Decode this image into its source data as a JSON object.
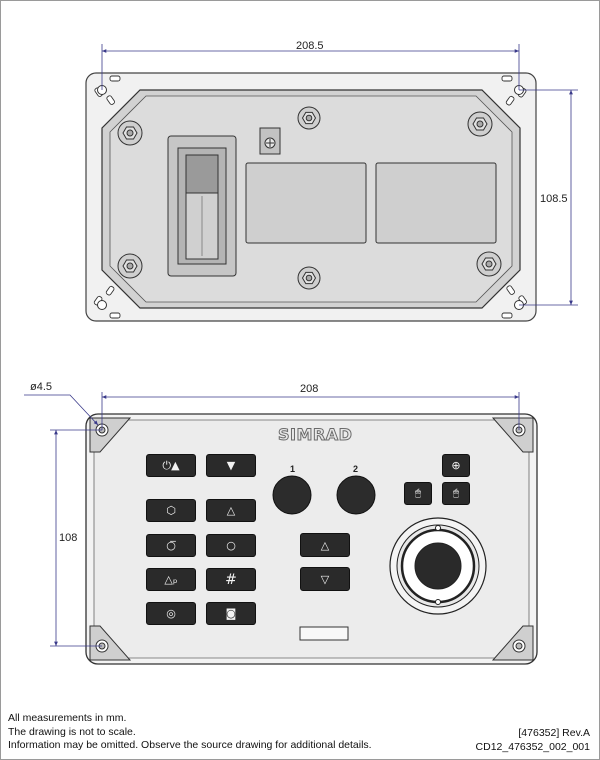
{
  "top_view": {
    "width_dim": "208.5",
    "height_dim": "108.5"
  },
  "front_view": {
    "width_dim": "208",
    "height_dim": "108",
    "hole_dim": "ø4.5",
    "brand": "SIMRAD",
    "knob_labels": [
      "1",
      "2"
    ],
    "buttons": [
      {
        "id": "power-up",
        "glyph": "⏻▲"
      },
      {
        "id": "down",
        "glyph": "▼"
      },
      {
        "id": "gear",
        "glyph": "⬡"
      },
      {
        "id": "triangle-1",
        "glyph": "△"
      },
      {
        "id": "standby",
        "glyph": "○̅"
      },
      {
        "id": "circle",
        "glyph": "○"
      },
      {
        "id": "triangle-p",
        "glyph": "△ₚ"
      },
      {
        "id": "hash",
        "glyph": "#"
      },
      {
        "id": "at",
        "glyph": "◎"
      },
      {
        "id": "camera",
        "glyph": "◙"
      },
      {
        "id": "nav-up",
        "glyph": "△"
      },
      {
        "id": "nav-down",
        "glyph": "▽"
      },
      {
        "id": "plus",
        "glyph": "⊕"
      },
      {
        "id": "mouse-left",
        "glyph": "🖱"
      },
      {
        "id": "mouse-right",
        "glyph": "🖱"
      }
    ]
  },
  "notes": [
    "All measurements in mm.",
    "The drawing is not to scale.",
    "Information may be omitted. Observe the source drawing for additional details."
  ],
  "refs": [
    "[476352] Rev.A",
    "CD12_476352_002_001"
  ]
}
